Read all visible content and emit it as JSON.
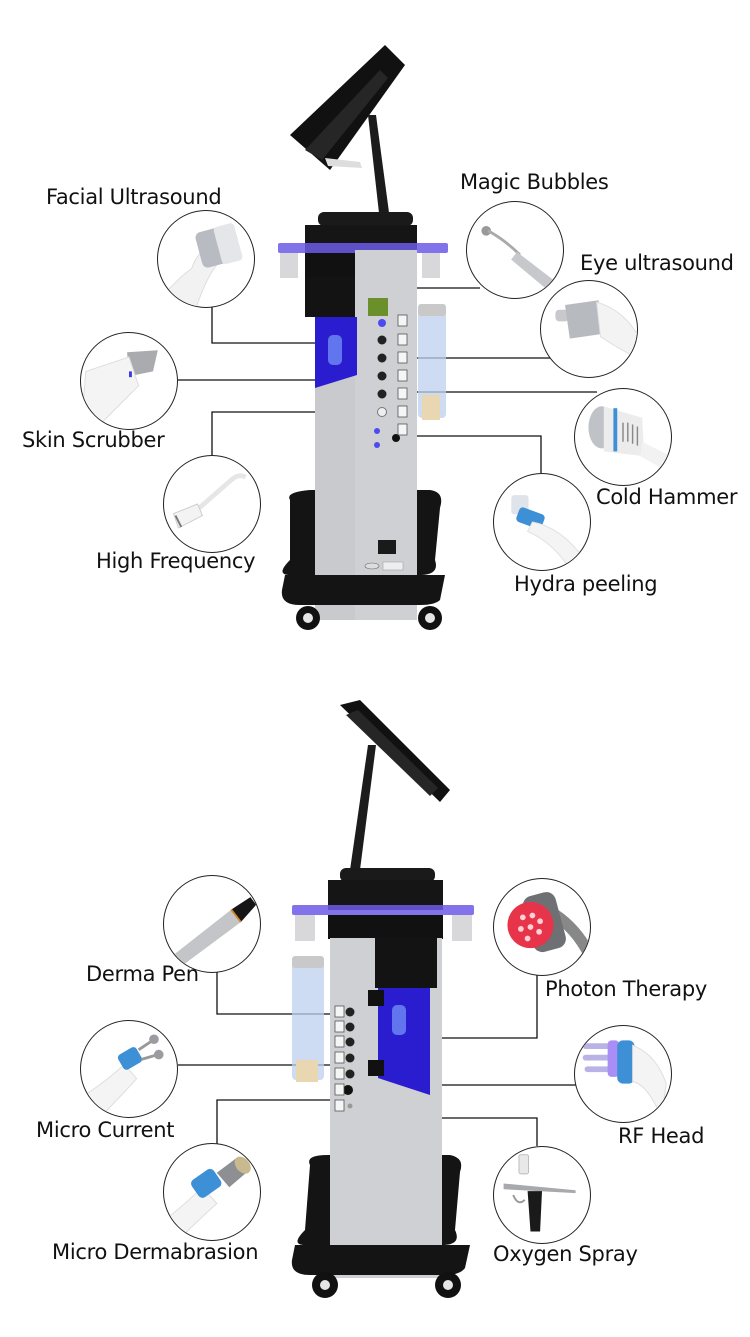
{
  "top_diagram": {
    "accessories": [
      {
        "id": "facial-ultrasound",
        "label": "Facial Ultrasound"
      },
      {
        "id": "magic-bubbles",
        "label": "Magic Bubbles"
      },
      {
        "id": "eye-ultrasound",
        "label": "Eye ultrasound"
      },
      {
        "id": "skin-scrubber",
        "label": "Skin Scrubber"
      },
      {
        "id": "cold-hammer",
        "label": "Cold Hammer"
      },
      {
        "id": "high-frequency",
        "label": "High Frequency"
      },
      {
        "id": "hydra-peeling",
        "label": "Hydra peeling"
      }
    ]
  },
  "bottom_diagram": {
    "accessories": [
      {
        "id": "derma-pen",
        "label": "Derma Pen"
      },
      {
        "id": "photon-therapy",
        "label": "Photon Therapy"
      },
      {
        "id": "micro-current",
        "label": "Micro Current"
      },
      {
        "id": "rf-head",
        "label": "RF Head"
      },
      {
        "id": "micro-dermabrasion",
        "label": "Micro Dermabrasion"
      },
      {
        "id": "oxygen-spray",
        "label": "Oxygen Spray"
      }
    ]
  },
  "colors": {
    "panel_blue": "#2b1fd6",
    "body_gray": "#c8c9cc",
    "frame_black": "#141414",
    "accent_blue": "#3d8fd6",
    "led_red": "#e8344a"
  }
}
